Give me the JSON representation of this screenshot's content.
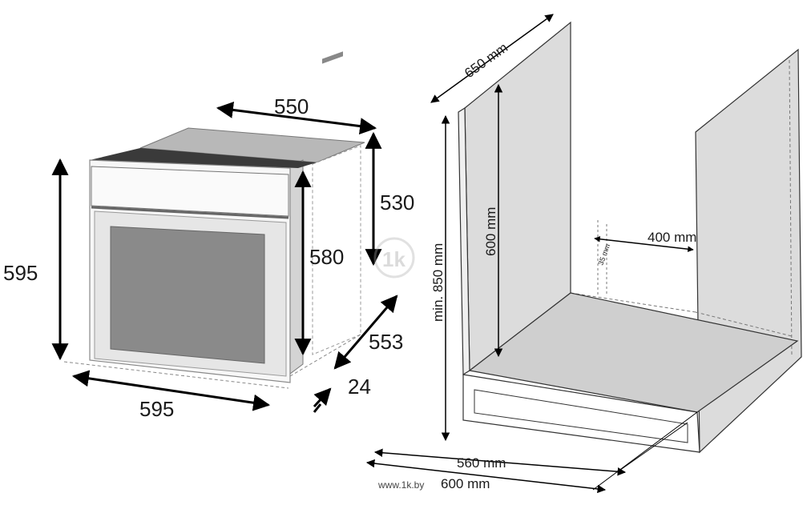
{
  "oven": {
    "dim_top_depth": "550",
    "dim_body_height": "530",
    "dim_total_height": "595",
    "dim_inner_height": "580",
    "dim_depth": "553",
    "dim_front_width": "595",
    "dim_panel_thickness": "24"
  },
  "cabinet": {
    "dim_side_depth": "650 mm",
    "dim_niche_height": "600 mm",
    "dim_min_height": "min. 850 mm",
    "dim_vent_width": "400 mm",
    "dim_vent_depth": "35 mm",
    "dim_inner_width": "560 mm",
    "dim_outer_width": "600 mm"
  },
  "watermark": {
    "url": "www.1k.by",
    "logo_text": "1k"
  }
}
